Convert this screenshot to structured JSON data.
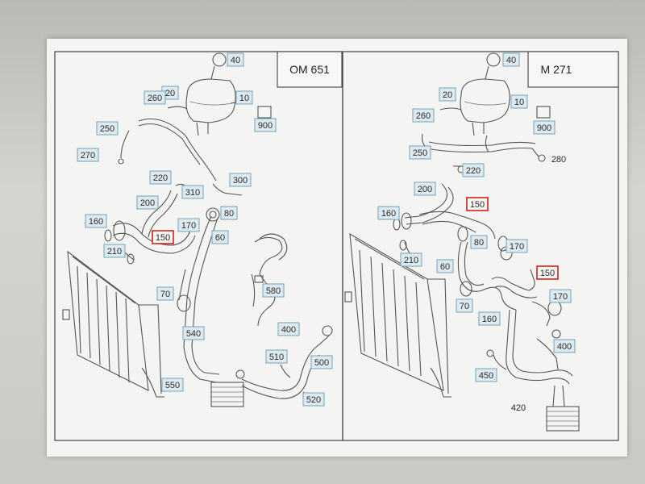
{
  "panels": [
    {
      "id": "left",
      "engine": "OM 651"
    },
    {
      "id": "right",
      "engine": "M 271"
    }
  ],
  "callouts": {
    "left": [
      {
        "t": "40",
        "hl": false
      },
      {
        "t": "20",
        "hl": false
      },
      {
        "t": "260",
        "hl": false
      },
      {
        "t": "10",
        "hl": false
      },
      {
        "t": "900",
        "hl": false
      },
      {
        "t": "250",
        "hl": false
      },
      {
        "t": "270",
        "hl": false
      },
      {
        "t": "220",
        "hl": false
      },
      {
        "t": "300",
        "hl": false
      },
      {
        "t": "310",
        "hl": false
      },
      {
        "t": "200",
        "hl": false
      },
      {
        "t": "80",
        "hl": false
      },
      {
        "t": "160",
        "hl": false
      },
      {
        "t": "170",
        "hl": false
      },
      {
        "t": "150",
        "hl": true
      },
      {
        "t": "60",
        "hl": false
      },
      {
        "t": "210",
        "hl": false
      },
      {
        "t": "70",
        "hl": false
      },
      {
        "t": "580",
        "hl": false
      },
      {
        "t": "400",
        "hl": false
      },
      {
        "t": "540",
        "hl": false
      },
      {
        "t": "510",
        "hl": false
      },
      {
        "t": "500",
        "hl": false
      },
      {
        "t": "550",
        "hl": false
      },
      {
        "t": "520",
        "hl": false
      }
    ],
    "right": [
      {
        "t": "40",
        "hl": false
      },
      {
        "t": "20",
        "hl": false
      },
      {
        "t": "10",
        "hl": false
      },
      {
        "t": "260",
        "hl": false
      },
      {
        "t": "900",
        "hl": false
      },
      {
        "t": "250",
        "hl": false
      },
      {
        "t": "280",
        "hl": false,
        "plain": true
      },
      {
        "t": "220",
        "hl": false
      },
      {
        "t": "200",
        "hl": false
      },
      {
        "t": "150",
        "hl": true
      },
      {
        "t": "160",
        "hl": false
      },
      {
        "t": "80",
        "hl": false
      },
      {
        "t": "170",
        "hl": false
      },
      {
        "t": "210",
        "hl": false
      },
      {
        "t": "60",
        "hl": false
      },
      {
        "t": "150",
        "hl": true
      },
      {
        "t": "70",
        "hl": false
      },
      {
        "t": "170",
        "hl": false
      },
      {
        "t": "160",
        "hl": false
      },
      {
        "t": "400",
        "hl": false
      },
      {
        "t": "450",
        "hl": false
      },
      {
        "t": "420",
        "hl": false,
        "plain": true
      }
    ]
  },
  "colors": {
    "callout_fill": "#dfeaf0",
    "callout_stroke": "#6fa3bd",
    "highlight_stroke": "#d42020",
    "line": "#555555"
  }
}
